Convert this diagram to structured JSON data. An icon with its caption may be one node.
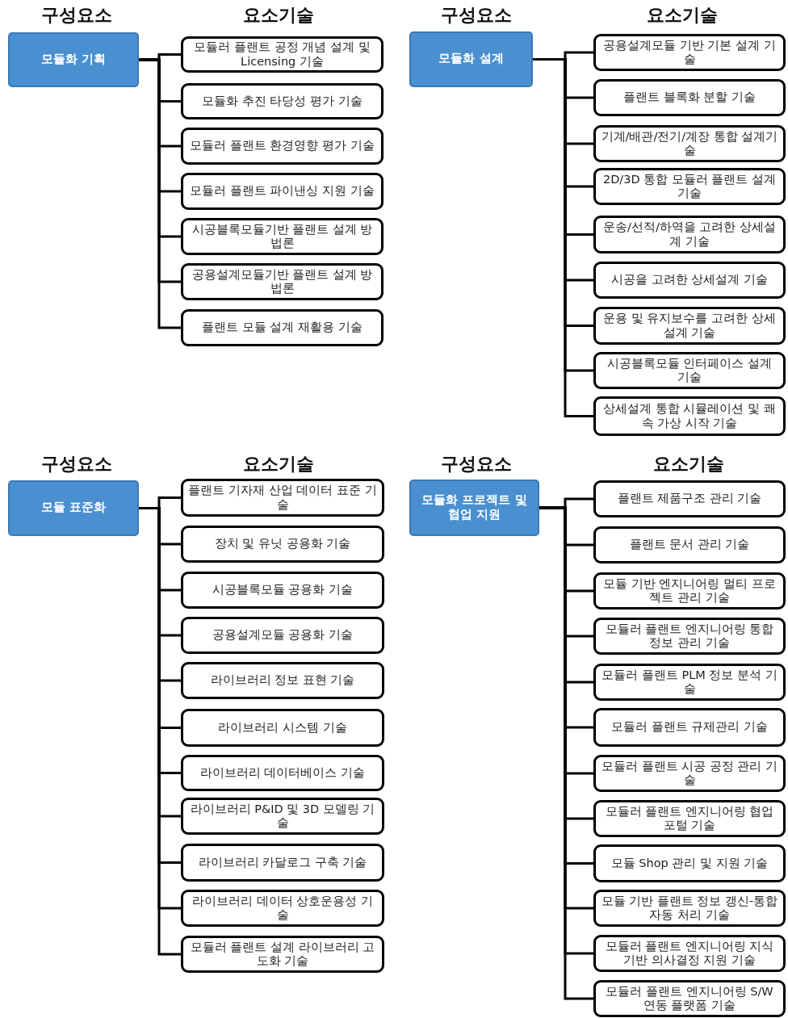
{
  "diagram": {
    "nodes": [
      {
        "text": [
          "모듈화 기획"
        ]
      },
      {
        "text": [
          "모듈러 플랜트 공정 개념 설계 및 Licensing 기술"
        ]
      },
      {
        "text": [
          "모듈화 추진 타당성 평가 기술"
        ]
      },
      {
        "text": [
          "모듈러 플랜트 환경영향 평가 기술"
        ]
      },
      {
        "text": [
          "모듈러 플랜트 파이낸싱 지원 기술"
        ]
      },
      {
        "text": [
          "시공블록모듈기반 플랜트 설계 방법론"
        ]
      },
      {
        "text": [
          "공용설계모듈기반 플랜트 설계 방법론"
        ]
      },
      {
        "text": [
          "플랜트 모듈 설계 재활용 기술"
        ]
      },
      {
        "text": [
          "모듈화 설계"
        ]
      },
      {
        "text": [
          "공용설계모듈 기반 기본 설계 기술"
        ]
      },
      {
        "text": [
          "플랜트 블록화 분할 기술"
        ]
      },
      {
        "text": [
          "기계/배관/전기/계장 통합 설계기술"
        ]
      },
      {
        "text": [
          "2D/3D 통합 모듈러 플랜트 설계 기술"
        ]
      },
      {
        "text": [
          "운송/선적/하역을 고려한 상세설계 기술"
        ]
      },
      {
        "text": [
          "시공을 고려한 상세설계 기술"
        ]
      },
      {
        "text": [
          "운용 및 유지보수를 고려한 상세설계 기술"
        ]
      },
      {
        "text": [
          "시공블록모듈 인터페이스 설계 기술"
        ]
      },
      {
        "text": [
          "상세설계 통합 시뮬레이션 및 쾌속 가상 시작 기술"
        ]
      },
      {
        "text": [
          "모듈 표준화"
        ]
      },
      {
        "text": [
          "플랜트 기자재 산업 데이터 표준 기술"
        ]
      },
      {
        "text": [
          "장치 및 유닛 공용화 기술"
        ]
      },
      {
        "text": [
          "시공블록모듈 공용화 기술"
        ]
      },
      {
        "text": [
          "공용설계모듈 공용화 기술"
        ]
      },
      {
        "text": [
          "라이브러리 정보 표현 기술"
        ]
      },
      {
        "text": [
          "라이브러리 시스템 기술"
        ]
      },
      {
        "text": [
          "라이브러리 데이터베이스 기술"
        ]
      },
      {
        "text": [
          "라이브러리 P&ID 및 3D 모델링 기술"
        ]
      },
      {
        "text": [
          "라이브러리 카달로그 구축 기술"
        ]
      },
      {
        "text": [
          "라이브러리 데이터 상호운용성 기술"
        ]
      },
      {
        "text": [
          "모듈러 플랜트 설계 라이브러리 고도화 기술"
        ]
      },
      {
        "text": [
          "모듈화 프로젝트 및 협업 지원"
        ]
      },
      {
        "text": [
          "플랜트 제품구조 관리 기술"
        ]
      },
      {
        "text": [
          "플랜트 문서 관리 기술"
        ]
      },
      {
        "text": [
          "모듈 기반 엔지니어링 멀티 프로젝트 관리 기술"
        ]
      },
      {
        "text": [
          "모듈러 플랜트 엔지니어링 통합 정보 관리 기술"
        ]
      },
      {
        "text": [
          "모듈러 플랜트 PLM 정보 분석 기술"
        ]
      },
      {
        "text": [
          "모듈러 플랜트 규제관리 기술"
        ]
      },
      {
        "text": [
          "모듈러 플랜트 시공 공정 관리 기술"
        ]
      },
      {
        "text": [
          "모듈러 플랜트 엔지니어링 협업 포털 기술"
        ]
      },
      {
        "text": [
          "모듈 Shop 관리 및 지원 기술"
        ]
      },
      {
        "text": [
          "모듈 기반 플랜트 정보 갱신-통합 자동 처리 기술"
        ]
      },
      {
        "text": [
          "모듈러 플랜트 엔지니어링 지식기반 의사결정 지원 기술"
        ]
      },
      {
        "text": [
          "모듈러 플랜트 엔지니어링 S/W 연동 플랫폼 기술"
        ]
      }
    ],
    "edges": [
      {
        "from": 0,
        "to": 1,
        "arrow": "none"
      },
      {
        "from": 0,
        "to": 2,
        "arrow": "none"
      },
      {
        "from": 0,
        "to": 3,
        "arrow": "none"
      },
      {
        "from": 0,
        "to": 4,
        "arrow": "none"
      },
      {
        "from": 0,
        "to": 5,
        "arrow": "none"
      },
      {
        "from": 0,
        "to": 6,
        "arrow": "none"
      },
      {
        "from": 0,
        "to": 7,
        "arrow": "none"
      },
      {
        "from": 8,
        "to": 9,
        "arrow": "none"
      },
      {
        "from": 8,
        "to": 10,
        "arrow": "none"
      },
      {
        "from": 8,
        "to": 11,
        "arrow": "none"
      },
      {
        "from": 8,
        "to": 12,
        "arrow": "none"
      },
      {
        "from": 8,
        "to": 13,
        "arrow": "none"
      },
      {
        "from": 8,
        "to": 14,
        "arrow": "none"
      },
      {
        "from": 8,
        "to": 15,
        "arrow": "none"
      },
      {
        "from": 8,
        "to": 16,
        "arrow": "none"
      },
      {
        "from": 8,
        "to": 17,
        "arrow": "none"
      },
      {
        "from": 18,
        "to": 19,
        "arrow": "none"
      },
      {
        "from": 18,
        "to": 20,
        "arrow": "none"
      },
      {
        "from": 18,
        "to": 21,
        "arrow": "none"
      },
      {
        "from": 18,
        "to": 22,
        "arrow": "none"
      },
      {
        "from": 18,
        "to": 23,
        "arrow": "none"
      },
      {
        "from": 18,
        "to": 24,
        "arrow": "none"
      },
      {
        "from": 18,
        "to": 25,
        "arrow": "none"
      },
      {
        "from": 18,
        "to": 26,
        "arrow": "none"
      },
      {
        "from": 18,
        "to": 27,
        "arrow": "none"
      },
      {
        "from": 18,
        "to": 28,
        "arrow": "none"
      },
      {
        "from": 18,
        "to": 29,
        "arrow": "none"
      },
      {
        "from": 30,
        "to": 31,
        "arrow": "none"
      },
      {
        "from": 30,
        "to": 32,
        "arrow": "none"
      },
      {
        "from": 30,
        "to": 33,
        "arrow": "none"
      },
      {
        "from": 30,
        "to": 34,
        "arrow": "none"
      },
      {
        "from": 30,
        "to": 35,
        "arrow": "none"
      },
      {
        "from": 30,
        "to": 36,
        "arrow": "none"
      },
      {
        "from": 30,
        "to": 37,
        "arrow": "none"
      },
      {
        "from": 30,
        "to": 38,
        "arrow": "none"
      },
      {
        "from": 30,
        "to": 39,
        "arrow": "none"
      },
      {
        "from": 30,
        "to": 40,
        "arrow": "none"
      },
      {
        "from": 30,
        "to": 41,
        "arrow": "none"
      },
      {
        "from": 30,
        "to": 42,
        "arrow": "none"
      }
    ],
    "labels": [
      "구성요소",
      "요소기술",
      "구성요소",
      "요소기술",
      "구성요소",
      "요소기술",
      "구성요소",
      "요소기술"
    ]
  }
}
